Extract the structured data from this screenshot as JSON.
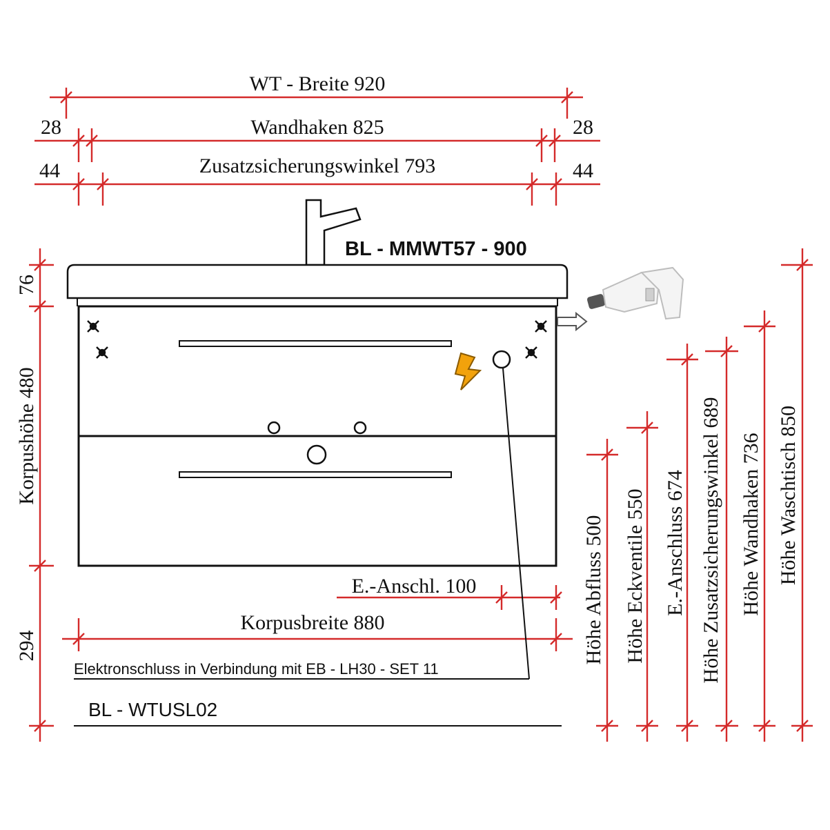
{
  "colors": {
    "dimension_line": "#d42a2a",
    "outline": "#111111",
    "lightning": "#f2a20c",
    "drill_gray": "#cfcfcf"
  },
  "top_dimensions": {
    "wt_breite": "WT - Breite  920",
    "wandhaken": "Wandhaken  825",
    "wandhaken_left_offset": "28",
    "wandhaken_right_offset": "28",
    "zusatz": "Zusatzsicherungswinkel  793",
    "zusatz_left_offset": "44",
    "zusatz_right_offset": "44"
  },
  "washbasin_model": "BL - MMWT57 - 900",
  "left_dimensions": {
    "wt_height": "76",
    "korpushoehe": "Korpushöhe  480",
    "floor_gap": "294"
  },
  "bottom_dimensions": {
    "e_anschluss": "E.-Anschl. 100",
    "korpusbreite": "Korpusbreite  880"
  },
  "notes": {
    "electronic_connection": "Elektronschluss in Verbindung mit EB - LH30 - SET 11",
    "cabinet_model": "BL - WTUSL02"
  },
  "right_dimensions": {
    "hoehe_abfluss": "Höhe Abfluss  500",
    "hoehe_eckventile": "Höhe Eckventile  550",
    "e_anschluss": "E.-Anschluss  674",
    "hoehe_zusatz": "Höhe Zusatzsicherungswinkel  689",
    "hoehe_wandhaken": "Höhe Wandhaken  736",
    "hoehe_waschtisch": "Höhe Waschtisch  850"
  },
  "icons": {
    "drill": "drill-icon",
    "lightning": "lightning-icon",
    "mount_point": "mount-point-icon"
  }
}
